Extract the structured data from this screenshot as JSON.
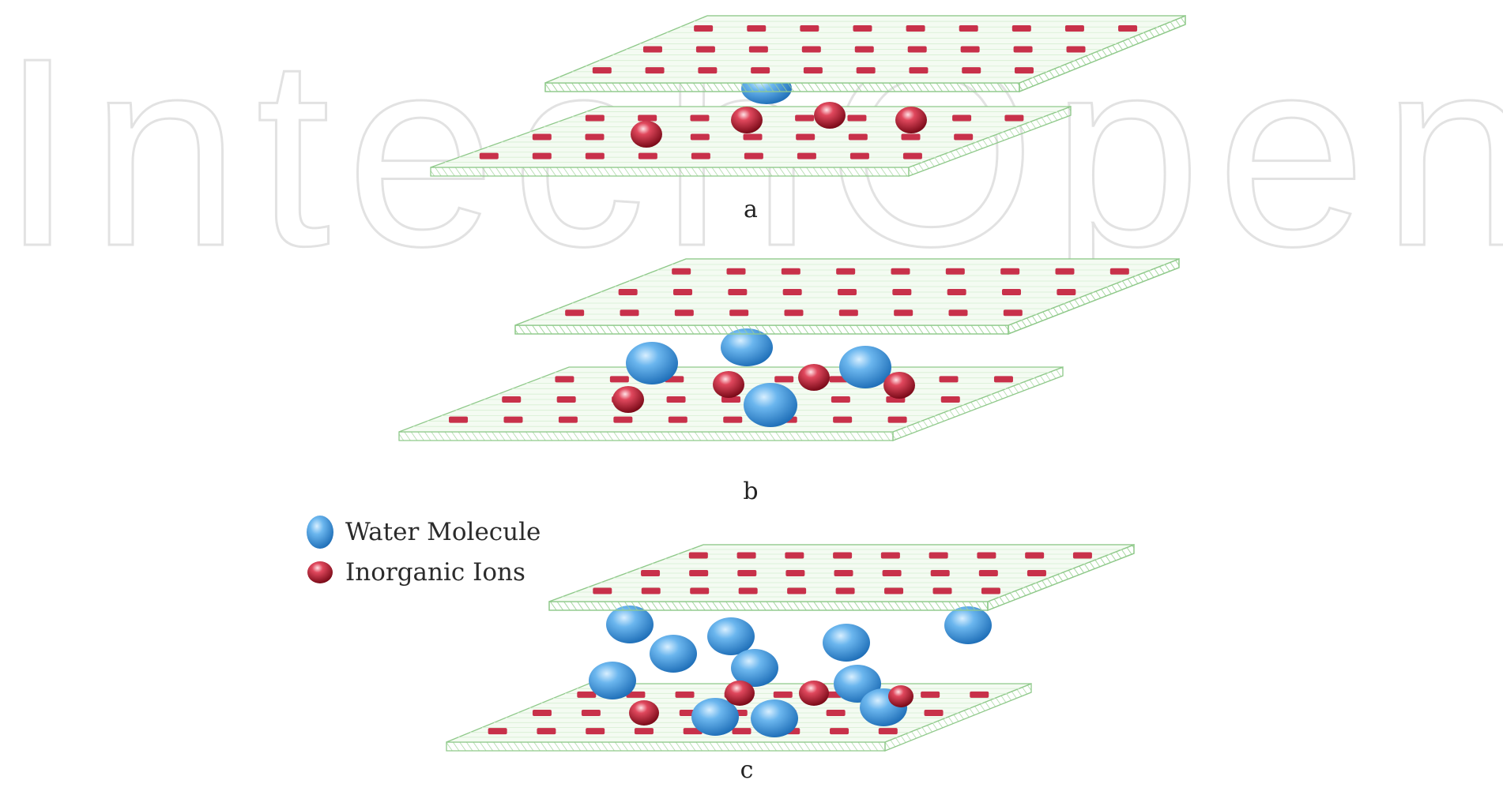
{
  "watermark": {
    "text": "IntechOpen"
  },
  "panels": [
    {
      "label": "a"
    },
    {
      "label": "b"
    },
    {
      "label": "c"
    }
  ],
  "legend": {
    "items": [
      {
        "label": "Water Molecule",
        "icon": "water-molecule-icon"
      },
      {
        "label": "Inorganic Ions",
        "icon": "inorganic-ion-icon"
      }
    ]
  },
  "colors": {
    "sheet_edge": "#8fc98a",
    "sheet_fill": "#f4fbf2",
    "ion_dash": "#c8314a",
    "water": "#3a8fd6",
    "ion": "#c21f36"
  }
}
